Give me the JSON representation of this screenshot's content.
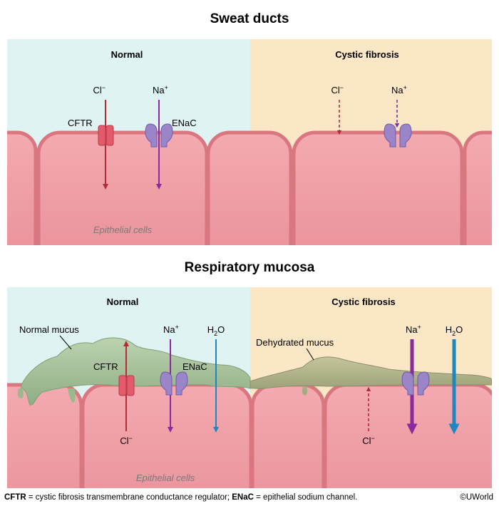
{
  "sweat": {
    "title": "Sweat ducts",
    "normal_label": "Normal",
    "cf_label": "Cystic fibrosis",
    "cl_ion": "Cl",
    "na_ion": "Na",
    "cftr_label": "CFTR",
    "enac_label": "ENaC",
    "epithelial_label": "Epithelial cells"
  },
  "respiratory": {
    "title": "Respiratory mucosa",
    "normal_label": "Normal",
    "cf_label": "Cystic fibrosis",
    "normal_mucus_label": "Normal mucus",
    "dehydrated_mucus_label": "Dehydrated mucus",
    "cftr_label": "CFTR",
    "enac_label": "ENaC",
    "na_ion": "Na",
    "h2o_label": "H",
    "h2o_sub": "2",
    "h2o_o": "O",
    "cl_ion": "Cl",
    "epithelial_label": "Epithelial cells"
  },
  "ion_signs": {
    "minus": "−",
    "plus": "+"
  },
  "footnote": {
    "cftr_abbr": "CFTR",
    "cftr_def": " = cystic fibrosis transmembrane conductance regulator; ",
    "enac_abbr": "ENaC",
    "enac_def": " = epithelial sodium channel."
  },
  "copyright": "©UWorld",
  "colors": {
    "normal_bg": "#dff3f3",
    "cf_bg": "#fbe7c6",
    "cell_fill": "#ee9fa6",
    "cell_border": "#d9767f",
    "cftr": "#e25a6b",
    "enac": "#9b85c9",
    "cl_arrow": "#b42a36",
    "na_arrow": "#8b2a9e",
    "h2o_arrow": "#1f86c0",
    "mucus": "#a8c39c"
  }
}
